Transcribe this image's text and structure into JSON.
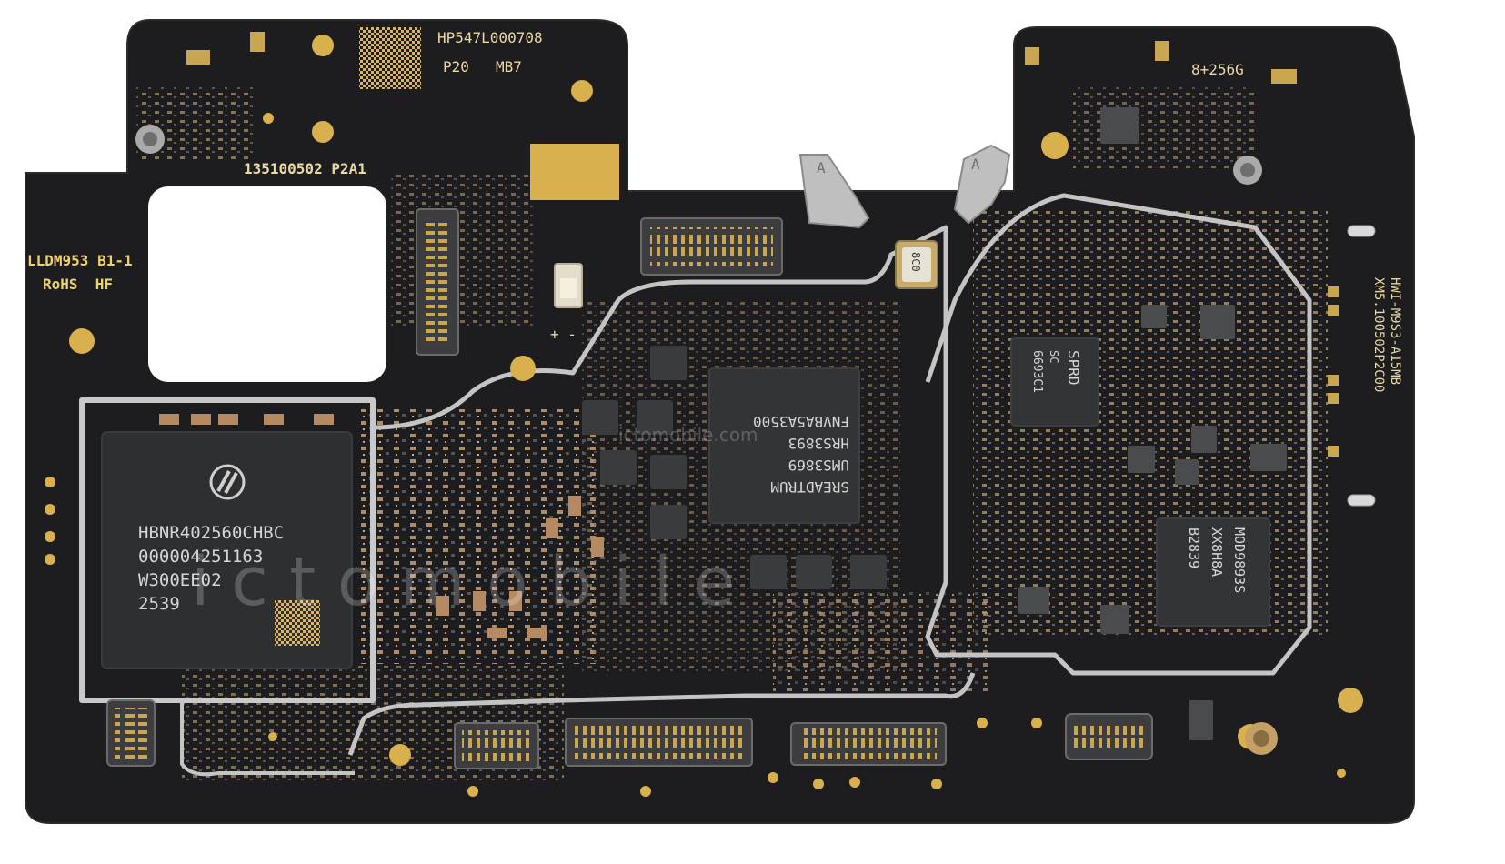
{
  "board": {
    "top_left_marking": "HP547L000708",
    "version_a": "P20",
    "version_b": "MB7",
    "part_number": "135100502 P2A1",
    "model_line1": "LLDM953 B1-1",
    "model_line2": "RoHS  HF",
    "memory_config": "8+256G",
    "edge_marking_line1": "HWI-M9S3-A15MB",
    "edge_marking_line2": "XM5.100502P2C00",
    "polarity_mark": "+ -",
    "antenna_label_a": "A",
    "antenna_label_b": "A"
  },
  "chips": {
    "memory": {
      "line1": "HBNR402560CHBC",
      "line2": "000004251163",
      "line3": "W300EE02",
      "line4": "2539"
    },
    "soc": {
      "line1": "SREADTRUM",
      "line2": "UMS3869",
      "line3": "HRS3893",
      "line4": "FNVBA5A3500"
    },
    "pmic": {
      "line1": "SPRD",
      "line2": "SC",
      "line3": "6693C1"
    },
    "rf": {
      "line1": "MOD9893S",
      "line2": "XX8H8A",
      "line3": "B2839"
    },
    "crystal": {
      "line1": "8C0"
    }
  },
  "watermark": {
    "center": "ictomobile.com",
    "spaced": "i c t o m o b i l e"
  }
}
